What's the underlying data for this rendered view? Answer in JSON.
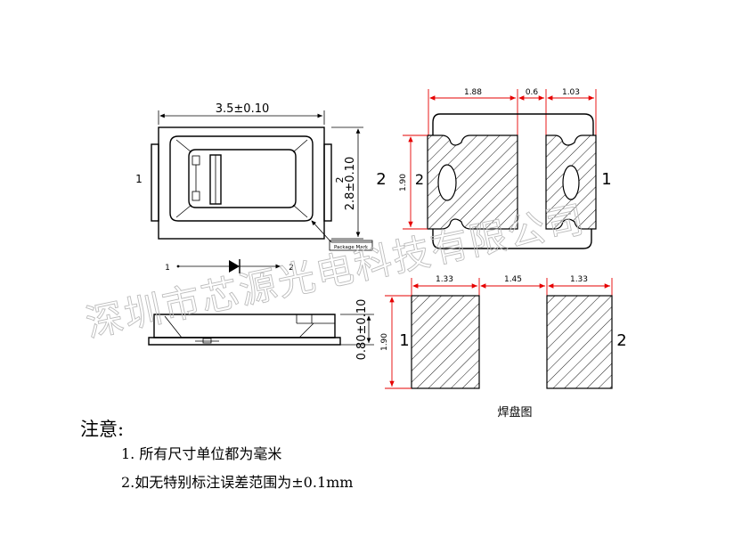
{
  "top_view": {
    "width_dim": "3.5±0.10",
    "height_dim": "2.8±0.10",
    "pin_left": "1",
    "pin_right": "2",
    "package_mark": "Package Mark"
  },
  "diode_symbol": {
    "pin_left": "1",
    "pin_right": "2"
  },
  "side_view": {
    "thickness_dim": "0.80±0.10"
  },
  "pad_top": {
    "dim_a": "1.88",
    "dim_b": "0.6",
    "dim_c": "1.03",
    "dim_h": "1.90",
    "label_left": "2",
    "label_inner": "2",
    "label_right": "1"
  },
  "pad_bottom": {
    "dim_a": "1.33",
    "dim_b": "1.45",
    "dim_c": "1.33",
    "dim_h": "1.90",
    "label_left": "1",
    "label_right": "2",
    "caption": "焊盘图"
  },
  "watermark": "深圳市芯源光电科技有限公司",
  "notes": {
    "title": "注意:",
    "line1": "1. 所有尺寸单位都为毫米",
    "line2": "2.如无特别标注误差范围为±0.1mm"
  }
}
